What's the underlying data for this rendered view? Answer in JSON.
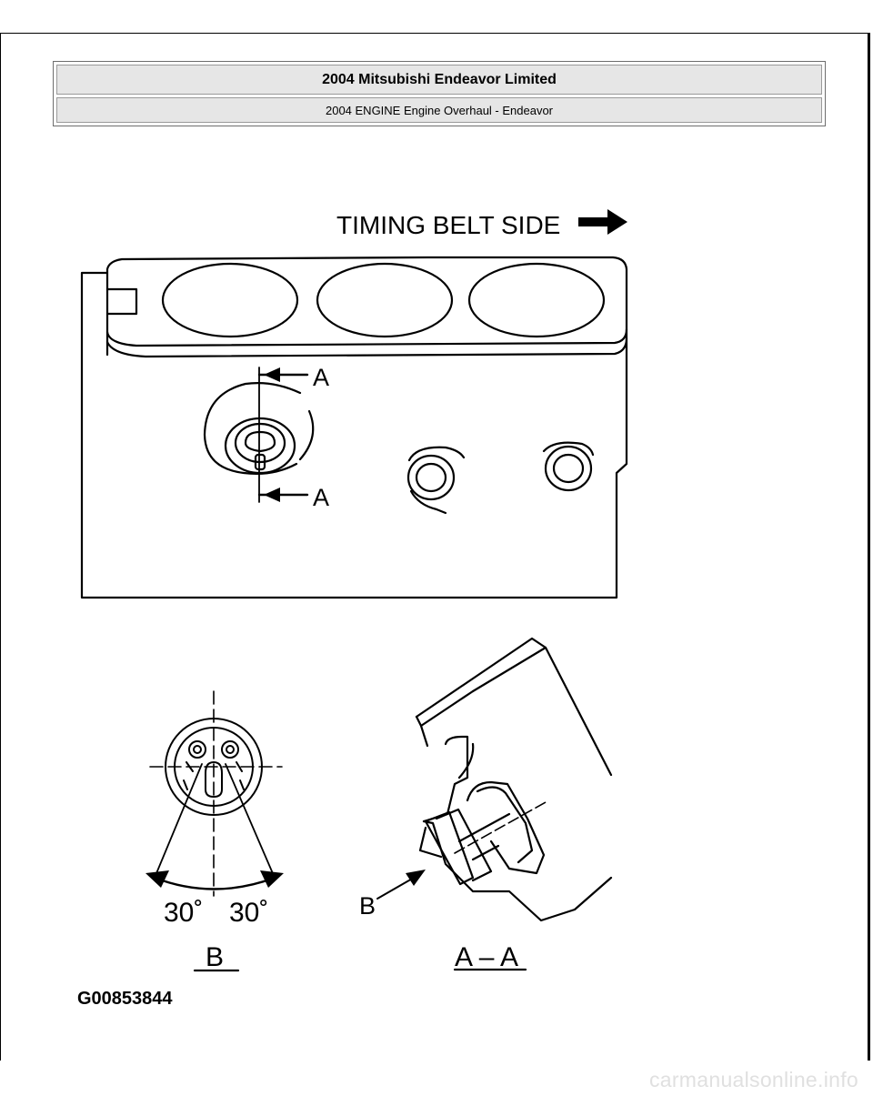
{
  "header": {
    "title": "2004 Mitsubishi Endeavor Limited",
    "subtitle": "2004 ENGINE Engine Overhaul - Endeavor"
  },
  "figure": {
    "side_label": "TIMING BELT SIDE",
    "section_marker_top": "A",
    "section_marker_bottom": "A",
    "detail_angle_left": "30˚",
    "detail_angle_right": "30˚",
    "detail_caption": "B",
    "section_pointer": "B",
    "section_caption": "A – A",
    "figure_id": "G00853844"
  },
  "watermark": "carmanualsonline.info"
}
